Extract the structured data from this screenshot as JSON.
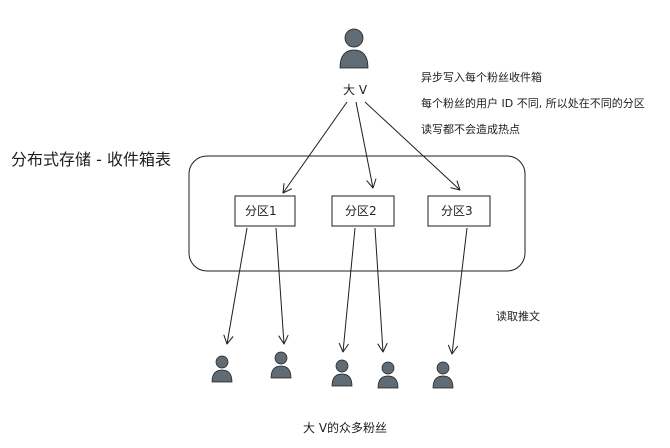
{
  "diagram": {
    "storage_title": "分布式存储 - 收件箱表",
    "big_v_label": "大 V",
    "notes": [
      "异步写入每个粉丝收件箱",
      "每个粉丝的用户 ID 不同, 所以处在不同的分区",
      "读写都不会造成热点"
    ],
    "partitions": [
      "分区1",
      "分区2",
      "分区3"
    ],
    "read_label": "读取推文",
    "fans_label": "大 V的众多粉丝"
  },
  "colors": {
    "stroke": "#1e1e1e",
    "person_fill": "#5f6b75",
    "background": "#ffffff"
  },
  "icons": {
    "person": "person-icon",
    "arrow": "arrow"
  }
}
